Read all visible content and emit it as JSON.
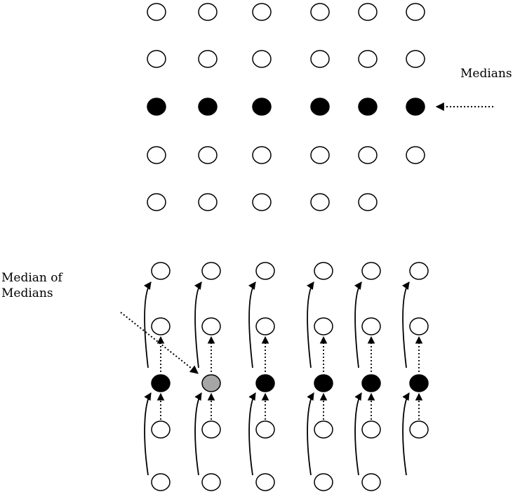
{
  "labels": {
    "medians": "Medians",
    "median_of_medians_line1": "Median of",
    "median_of_medians_line2": "Medians"
  },
  "colors": {
    "stroke": "#000000",
    "empty_fill": "#ffffff",
    "median_fill": "#000000",
    "median_of_medians_fill": "#a6a6a6"
  },
  "top_grid": {
    "columns": [
      [
        "empty",
        "empty",
        "median",
        "empty",
        "empty"
      ],
      [
        "empty",
        "empty",
        "median",
        "empty",
        "empty"
      ],
      [
        "empty",
        "empty",
        "median",
        "empty",
        "empty"
      ],
      [
        "empty",
        "empty",
        "median",
        "empty",
        "empty"
      ],
      [
        "empty",
        "empty",
        "median",
        "empty",
        "empty"
      ],
      [
        "empty",
        "empty",
        "median",
        "empty"
      ]
    ]
  },
  "bottom_grid": {
    "columns": [
      [
        "empty",
        "empty",
        "median",
        "empty",
        "empty"
      ],
      [
        "empty",
        "empty",
        "median_of_medians",
        "empty",
        "empty"
      ],
      [
        "empty",
        "empty",
        "median",
        "empty",
        "empty"
      ],
      [
        "empty",
        "empty",
        "median",
        "empty",
        "empty"
      ],
      [
        "empty",
        "empty",
        "median",
        "empty",
        "empty"
      ],
      [
        "empty",
        "empty",
        "median",
        "empty"
      ]
    ]
  }
}
